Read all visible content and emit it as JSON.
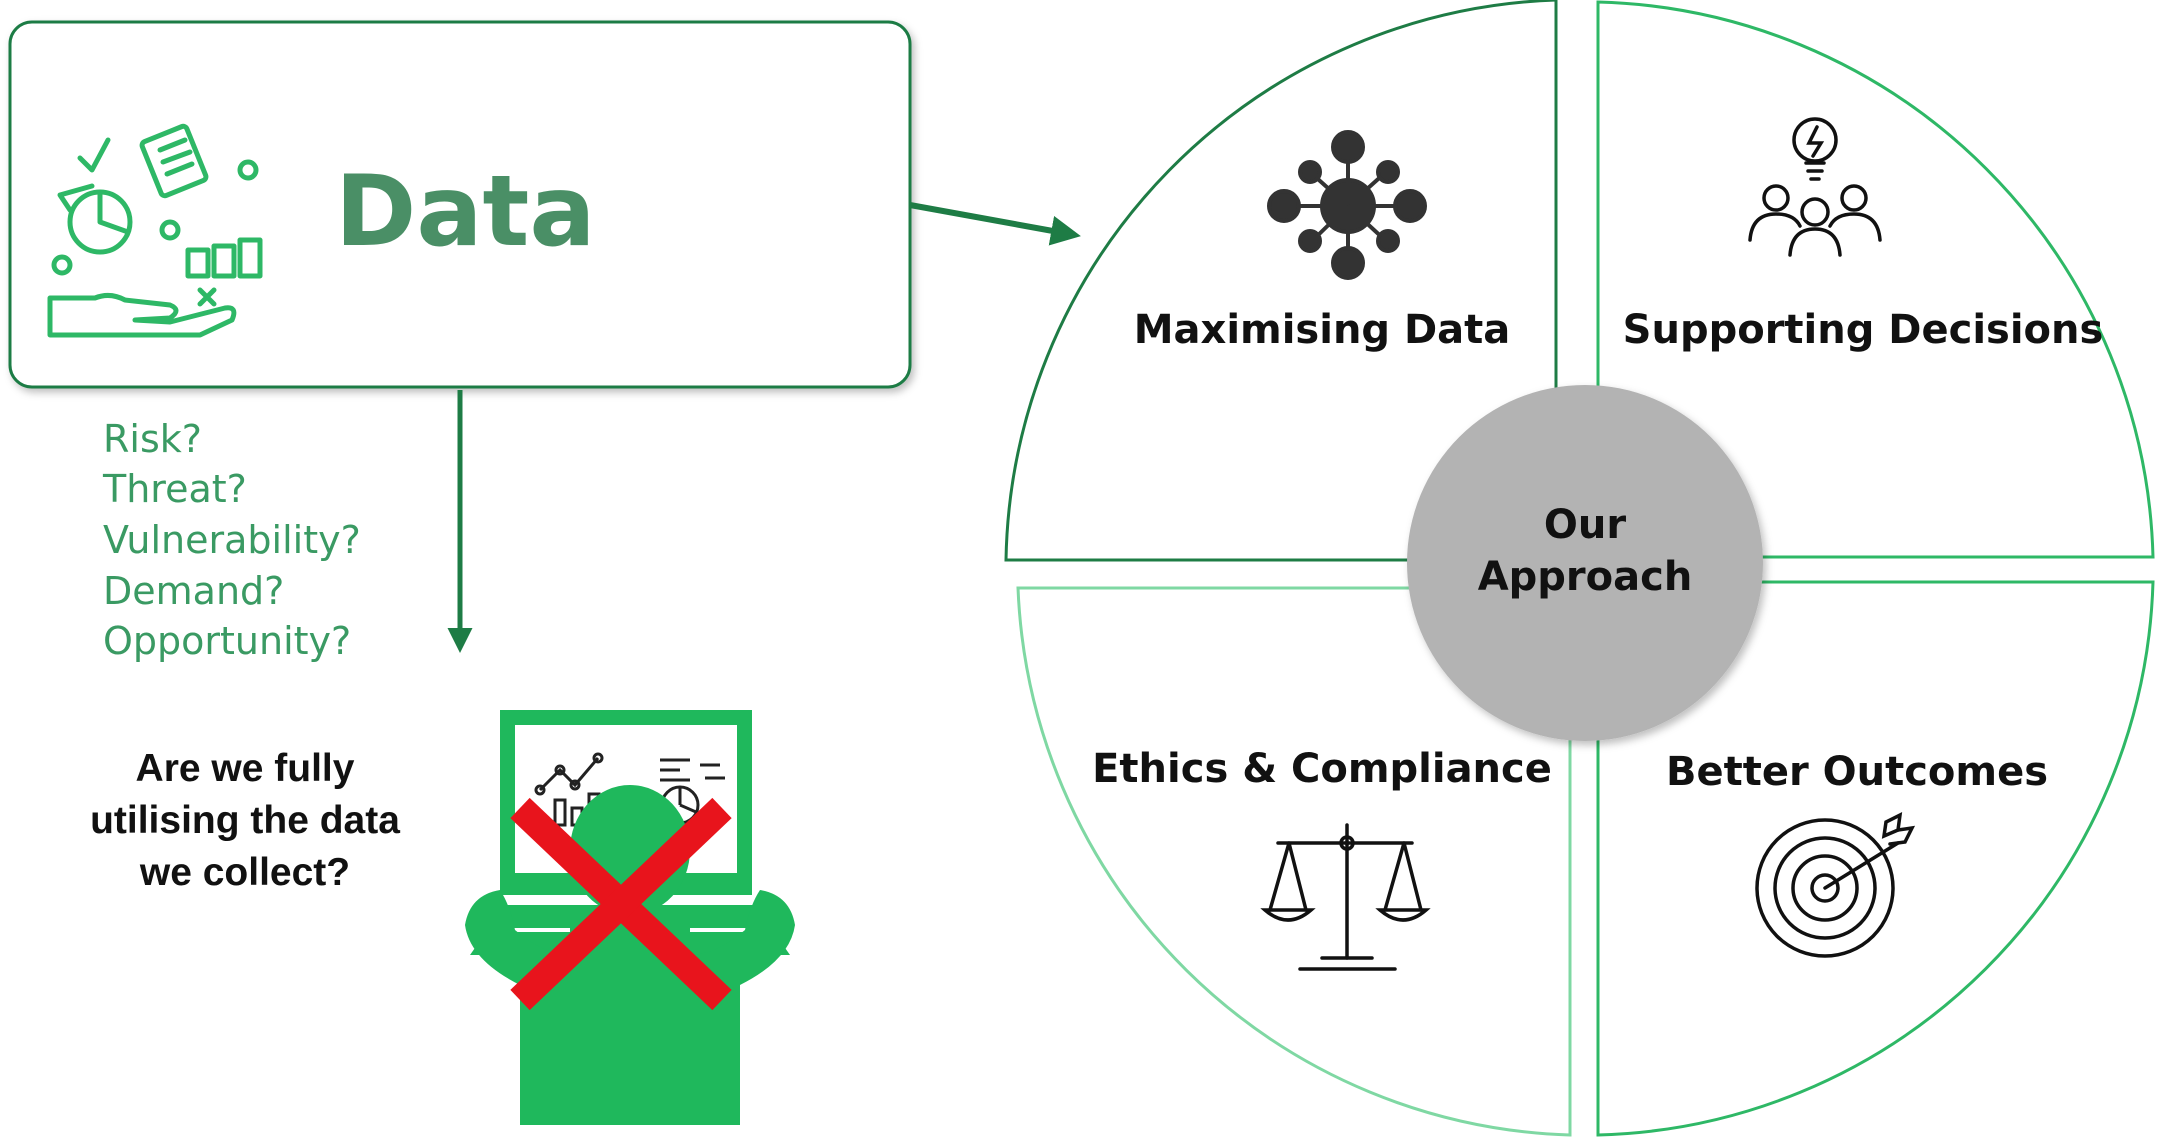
{
  "data_box": {
    "title": "Data",
    "icon": "data-in-hand-icon"
  },
  "questions": [
    "Risk?",
    "Threat?",
    "Vulnerability?",
    "Demand?",
    "Opportunity?"
  ],
  "utilisation_question": [
    "Are we fully",
    "utilising the data",
    "we collect?"
  ],
  "person_icon": "confused-person-at-screen-icon",
  "approach": {
    "centre_label_lines": [
      "Our",
      "Approach"
    ],
    "quadrants": [
      {
        "label": "Maximising Data",
        "icon": "network-nodes-icon"
      },
      {
        "label": "Supporting Decisions",
        "icon": "team-idea-lightbulb-icon"
      },
      {
        "label": "Ethics & Compliance",
        "icon": "balance-scale-icon"
      },
      {
        "label": "Better Outcomes",
        "icon": "target-arrow-icon"
      }
    ]
  },
  "colors": {
    "green": "#1fa35a",
    "dark_green": "#1e7c45",
    "title_green": "#4a8f66",
    "question_green": "#3a9a63",
    "person_green": "#1fb85c",
    "cross_red": "#e8141c",
    "centre_grey": "#b3b3b3"
  }
}
